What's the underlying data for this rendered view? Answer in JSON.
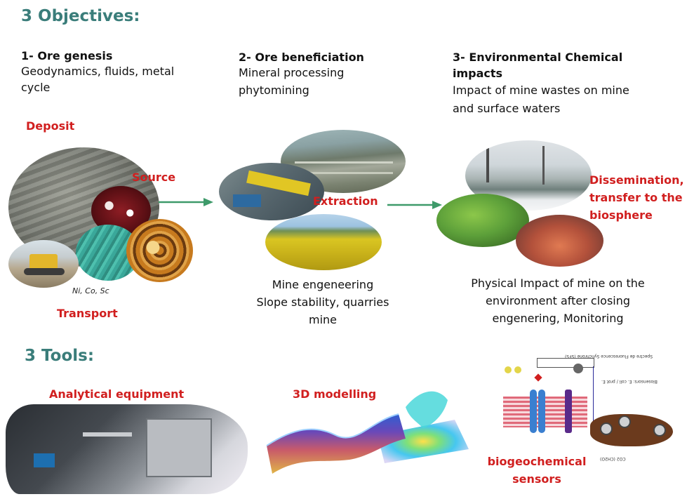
{
  "sections": {
    "objectives_heading": "3 Objectives:",
    "tools_heading": "3 Tools:"
  },
  "objectives": [
    {
      "title": "1- Ore genesis",
      "lines": [
        "Geodynamics, fluids, metal",
        "cycle"
      ]
    },
    {
      "title": "2- Ore beneficiation",
      "lines": [
        "Mineral processing",
        "phytomining"
      ]
    },
    {
      "title_lines": [
        "3- Environmental  Chemical",
        "impacts"
      ],
      "lines": [
        "Impact of mine wastes on mine",
        "and surface waters"
      ]
    }
  ],
  "labels": {
    "deposit": "Deposit",
    "source": "Source",
    "transport": "Transport",
    "metals": "Ni, Co, Sc",
    "extraction": "Extraction",
    "dissemination": [
      "Dissemination,",
      "transfer to the",
      "biosphere"
    ]
  },
  "descriptions": {
    "mine_engineering": [
      "Mine engeneering",
      "Slope stability, quarries",
      "mine"
    ],
    "physical_impact": [
      "Physical Impact of mine on the",
      "environment after closing",
      "engenering, Monitoring"
    ]
  },
  "tools": {
    "analytical": "Analytical equipment",
    "modelling": "3D modelling",
    "biogeochemical": [
      "biogeochemical",
      "sensors"
    ]
  },
  "colors": {
    "heading": "#3a7d7a",
    "label_red": "#d11f1f",
    "arrow_green": "#3e9a6a"
  },
  "icons": {
    "flow_arrow": "right-arrow-icon"
  }
}
